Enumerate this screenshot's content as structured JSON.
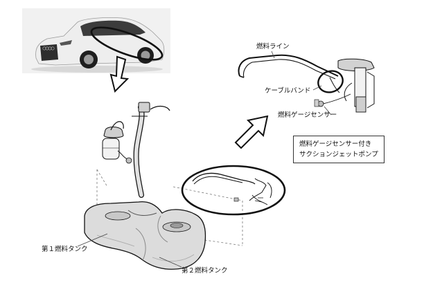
{
  "labels": {
    "fuel_line": "燃料ライン",
    "cable_band": "ケーブルバンド",
    "fuel_gauge_sensor": "燃料ゲージセンサー",
    "pump_line1": "燃料ゲージセンサー付き",
    "pump_line2": "サクションジェットポンプ",
    "tank1": "第１燃料タンク",
    "tank2": "第２燃料タンク"
  },
  "colors": {
    "photo_bg": "#f1f1f1",
    "car_body": "#eeeeee",
    "outline": "#111111",
    "tank_fill": "#dcdcdc",
    "part_shade": "#bdbdbd",
    "leader": "#444444"
  }
}
